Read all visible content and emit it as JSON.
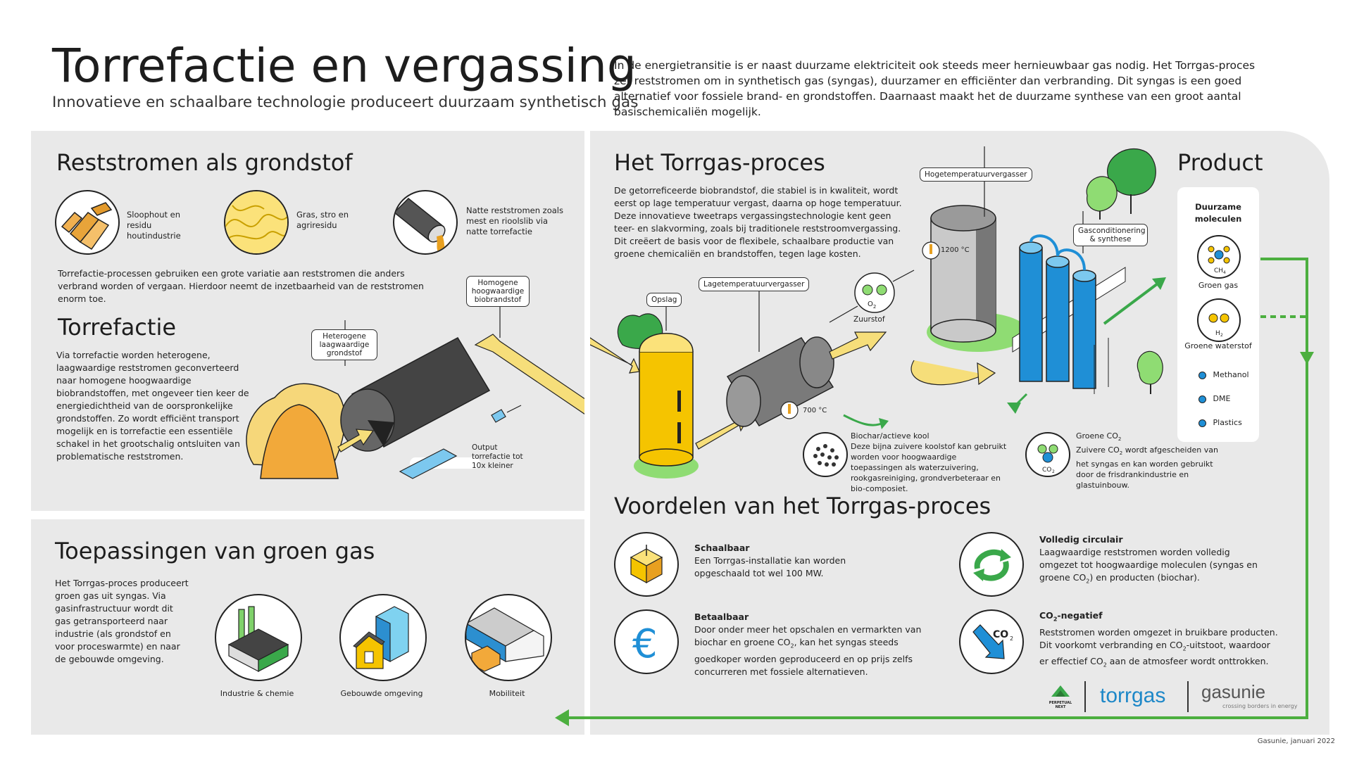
{
  "header": {
    "title": "Torrefactie en vergassing",
    "subtitle": "Innovatieve en schaalbare technologie produceert duurzaam synthetisch gas",
    "intro": "In de energietransitie is er naast duurzame elektriciteit ook steeds meer hernieuwbaar gas nodig. Het Torrgas-proces zet reststromen om in synthetisch gas (syngas), duurzamer en efficiënter dan verbranding. Dit syngas is een goed alternatief voor fossiele brand- en grondstoffen. Daarnaast maakt het de duurzame synthese van een groot aantal basischemicaliën mogelijk."
  },
  "reststromen": {
    "title": "Reststromen als grondstof",
    "items": [
      {
        "label": "Sloophout en residu houtindustrie"
      },
      {
        "label": "Gras, stro en agriresidu"
      },
      {
        "label": "Natte reststromen zoals mest en rioolslib via natte torrefactie"
      }
    ],
    "text": "Torrefactie-processen gebruiken een grote variatie aan reststromen die anders verbrand worden of vergaan. Hierdoor neemt de inzetbaarheid van de reststromen enorm toe."
  },
  "torrefactie": {
    "title": "Torrefactie",
    "text": "Via torrefactie worden heterogene, laagwaardige reststromen geconverteerd naar homogene hoogwaardige biobrandstoffen, met ongeveer tien keer de energiedichtheid van de oorspronkelijke grondstoffen. Zo wordt efficiënt transport mogelijk en is torrefactie een essentiële schakel in het grootschalig ontsluiten van problematische reststromen.",
    "label_heterogeen": "Heterogene laagwaardige grondstof",
    "label_homogeen": "Homogene hoogwaardige biobrandstof",
    "output_label": "Output torrefactie tot 10x kleiner"
  },
  "toepassingen": {
    "title": "Toepassingen van groen gas",
    "text": "Het Torrgas-proces produceert groen gas uit syngas. Via gasinfrastructuur wordt dit gas getransporteerd naar industrie (als grondstof en voor proceswarmte) en naar de gebouwde omgeving.",
    "items": [
      {
        "label": "Industrie & chemie"
      },
      {
        "label": "Gebouwde omgeving"
      },
      {
        "label": "Mobiliteit"
      }
    ]
  },
  "torrgas": {
    "title": "Het Torrgas-proces",
    "text": "De getorreficeerde biobrandstof, die stabiel is in kwaliteit, wordt eerst op lage temperatuur vergast, daarna op hoge temperatuur. Deze innovatieve tweetraps vergassingstechnologie kent geen teer- en slakvorming, zoals bij traditionele reststroomvergassing. Dit creëert de basis voor de flexibele, schaalbare productie van groene chemicaliën en brandstoffen, tegen lage kosten.",
    "label_opslag": "Opslag",
    "label_ltv": "Lagetemperatuurvergasser",
    "label_htv": "Hogetemperatuurvergasser",
    "label_gas": "Gasconditionering & synthese",
    "temp_low": "700 °C",
    "temp_high": "1200 °C",
    "zuurstof": "Zuurstof",
    "o2": "O",
    "biochar_title": "Biochar/actieve kool",
    "biochar_text": "Deze bijna zuivere koolstof kan gebruikt worden voor hoogwaardige toepassingen als waterzuivering, rookgasreiniging, grondverbeteraar en bio-composiet.",
    "co2_title": "Groene CO",
    "co2_text_1": "Zuivere CO",
    "co2_text_2": "wordt afgescheiden van het syngas en kan worden gebruikt door de frisdrankindustrie en glastuinbouw.",
    "co2_icon": "CO"
  },
  "product": {
    "title": "Product",
    "card_title": "Duurzame moleculen",
    "groen_gas": "Groen gas",
    "ch4": "CH",
    "groene_waterstof": "Groene waterstof",
    "h2": "H",
    "list": [
      "Methanol",
      "DME",
      "Plastics"
    ]
  },
  "voordelen": {
    "title": "Voordelen van het Torrgas-proces",
    "schaalbaar_title": "Schaalbaar",
    "schaalbaar_text": "Een Torrgas-installatie kan worden opgeschaald tot wel 100 MW.",
    "betaalbaar_title": "Betaalbaar",
    "betaalbaar_text_a": "Door onder meer het opschalen en vermarkten van biochar en groene CO",
    "betaalbaar_text_b": ", kan het syngas steeds goedkoper worden geproduceerd en op prijs zelfs concurreren met fossiele alternatieven.",
    "circulair_title": "Volledig circulair",
    "circulair_text_a": "Laagwaardige reststromen worden volledig omgezet tot hoogwaardige moleculen (syngas en groene CO",
    "circulair_text_b": ") en producten (biochar).",
    "co2neg_title_a": "CO",
    "co2neg_title_b": "-negatief",
    "co2neg_text_a": "Reststromen worden omgezet in bruikbare producten. Dit voorkomt verbranding en CO",
    "co2neg_text_b": "-uitstoot, waardoor er effectief CO",
    "co2neg_text_c": " aan de atmosfeer wordt onttrokken.",
    "co2_icon": "CO"
  },
  "logos": {
    "perpetual": "PERPETUAL NEXT",
    "torrgas": "torrgas",
    "gasunie": "gasunie",
    "gasunie_tag": "crossing borders in energy"
  },
  "footer": "Gasunie, januari 2022",
  "colors": {
    "panel": "#e9e9e9",
    "green": "#4caf3f",
    "yellow": "#f5c400",
    "blue": "#1f8fd6",
    "torrgas_blue": "#1e88c8"
  }
}
